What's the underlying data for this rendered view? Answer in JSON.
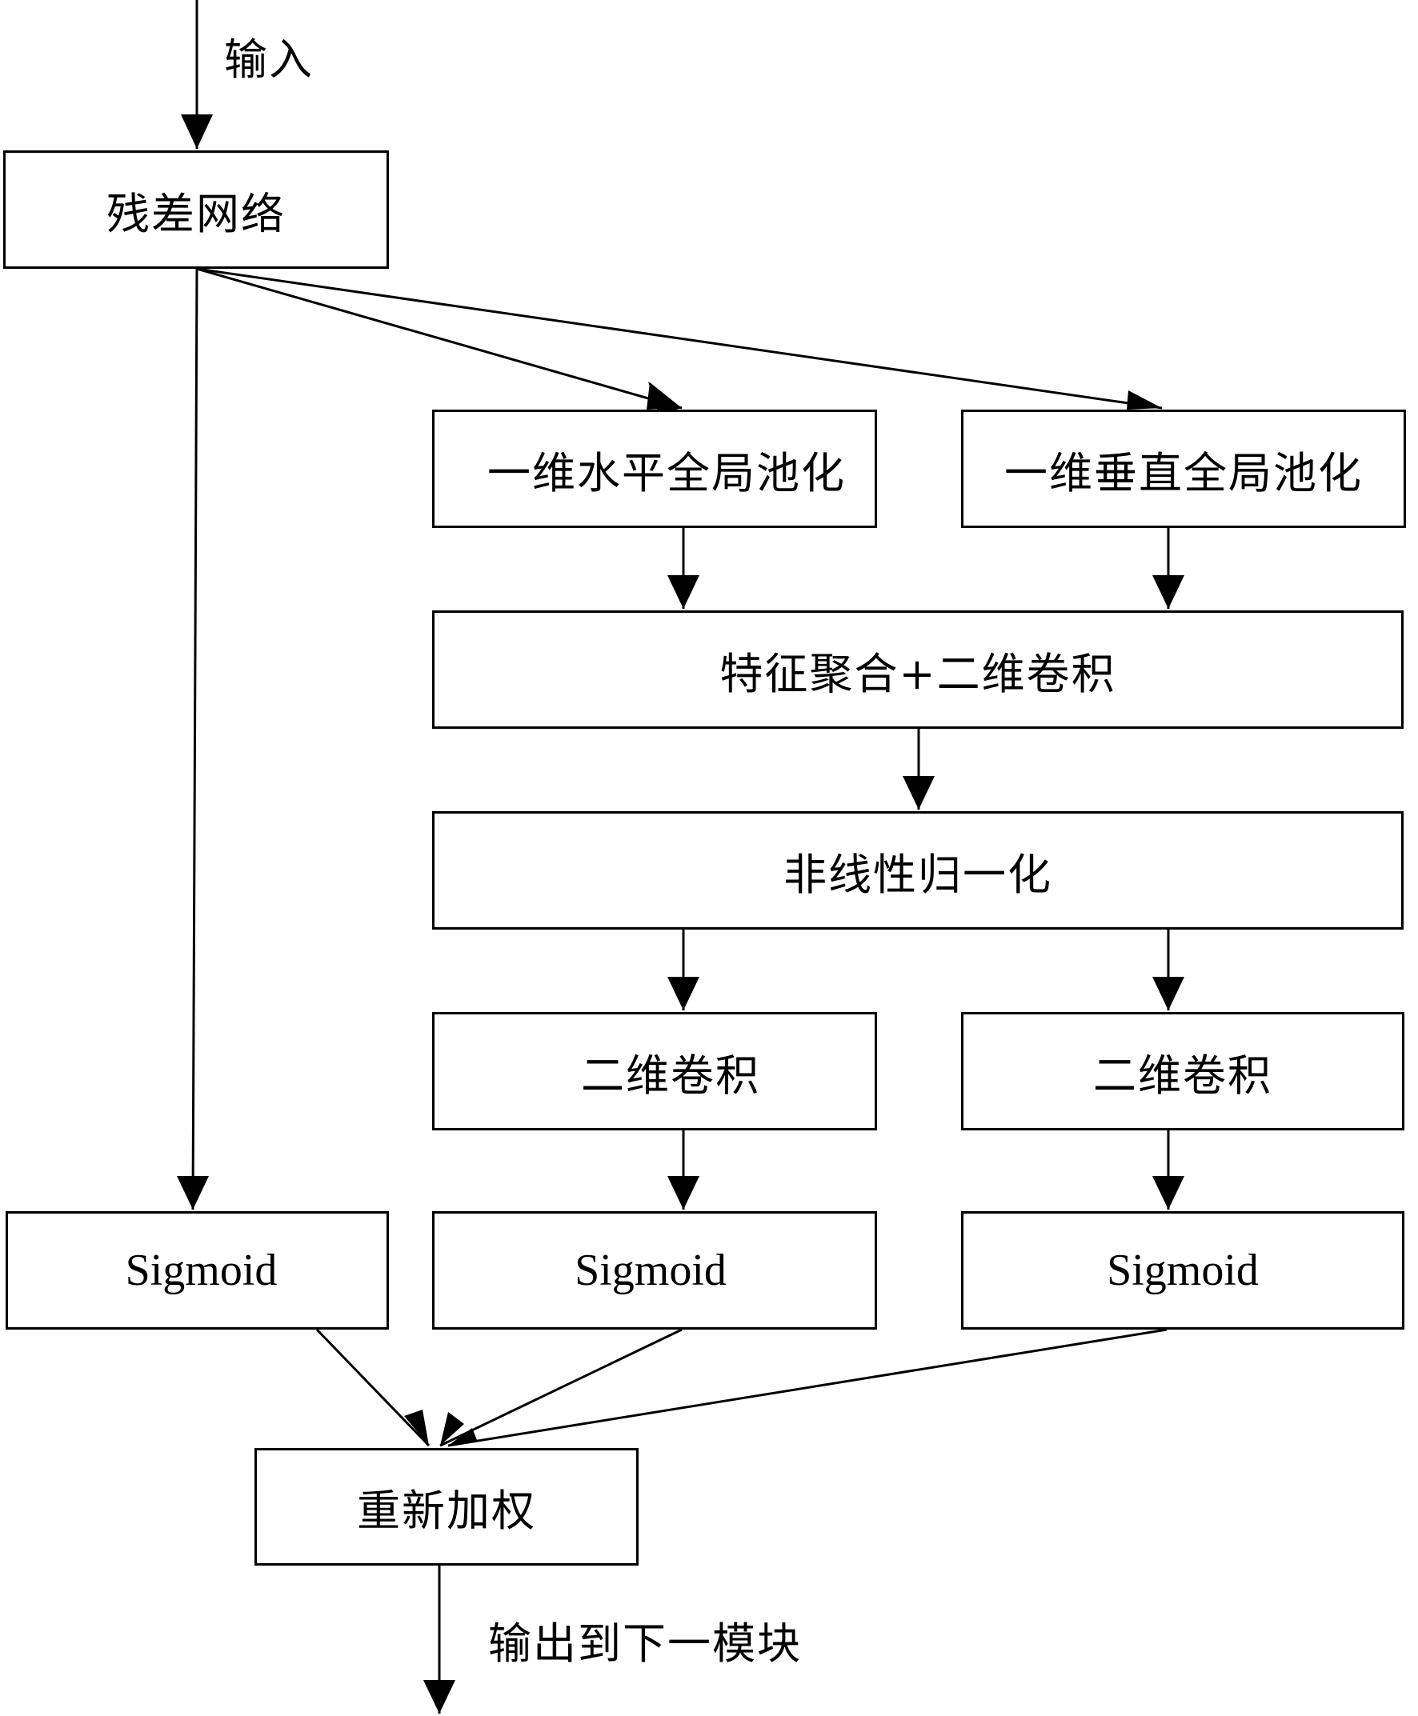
{
  "diagram": {
    "input_label": "输入",
    "output_label": "输出到下一模块",
    "nodes": {
      "residual": "残差网络",
      "h_pool": "一维水平全局池化",
      "v_pool": "一维垂直全局池化",
      "concat_conv": "特征聚合+二维卷积",
      "nonlinear_norm": "非线性归一化",
      "conv_left": "二维卷积",
      "conv_right": "二维卷积",
      "sigmoid_skip": "Sigmoid",
      "sigmoid_left": "Sigmoid",
      "sigmoid_right": "Sigmoid",
      "reweight": "重新加权"
    },
    "edges": [
      [
        "input",
        "residual"
      ],
      [
        "residual",
        "h_pool"
      ],
      [
        "residual",
        "v_pool"
      ],
      [
        "residual",
        "sigmoid_skip"
      ],
      [
        "h_pool",
        "concat_conv"
      ],
      [
        "v_pool",
        "concat_conv"
      ],
      [
        "concat_conv",
        "nonlinear_norm"
      ],
      [
        "nonlinear_norm",
        "conv_left"
      ],
      [
        "nonlinear_norm",
        "conv_right"
      ],
      [
        "conv_left",
        "sigmoid_left"
      ],
      [
        "conv_right",
        "sigmoid_right"
      ],
      [
        "sigmoid_skip",
        "reweight"
      ],
      [
        "sigmoid_left",
        "reweight"
      ],
      [
        "sigmoid_right",
        "reweight"
      ],
      [
        "reweight",
        "output"
      ]
    ]
  }
}
